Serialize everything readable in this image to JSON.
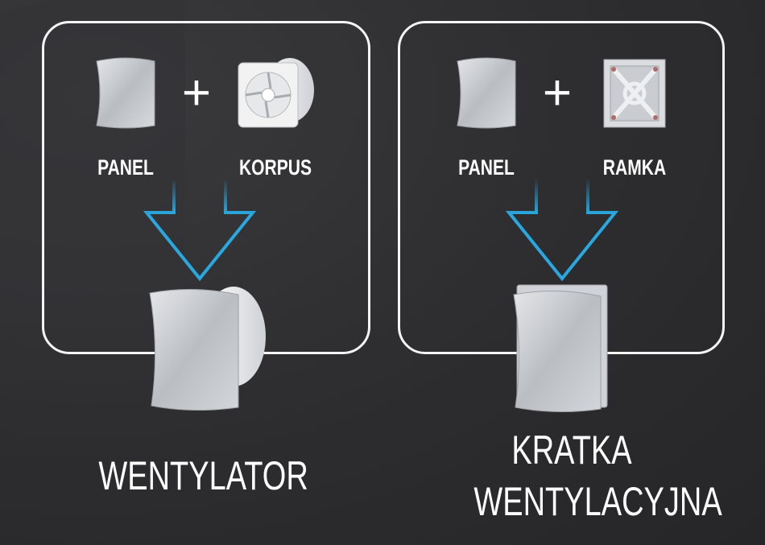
{
  "left_group": {
    "item1_label": "PANEL",
    "item2_label": "KORPUS",
    "operator": "+",
    "result_label": "WENTYLATOR"
  },
  "right_group": {
    "item1_label": "PANEL",
    "item2_label": "RAMKA",
    "operator": "+",
    "result_label_line1": "KRATKA",
    "result_label_line2": "WENTYLACYJNA"
  },
  "colors": {
    "background": "#2d2d2f",
    "frame": "#f4f4f4",
    "arrow": "#29a8e0",
    "text": "#ffffff"
  }
}
